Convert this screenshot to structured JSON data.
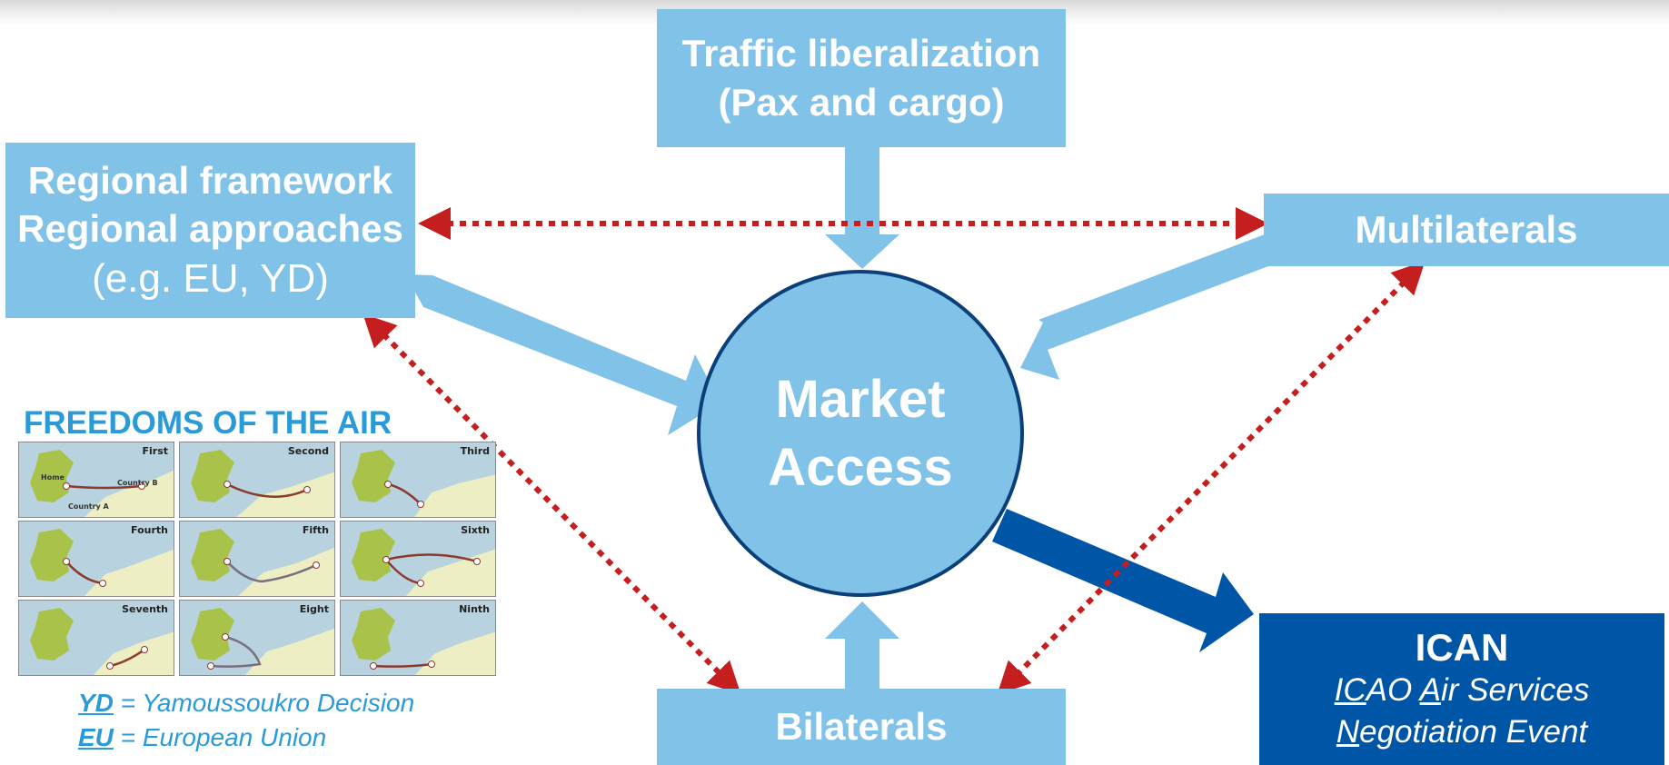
{
  "diagram": {
    "center": {
      "line1": "Market",
      "line2": "Access"
    },
    "traffic": {
      "line1": "Traffic liberalization",
      "line2": "(Pax and cargo)"
    },
    "regional": {
      "line1": "Regional framework",
      "line2": "Regional approaches",
      "line3": "(e.g. EU, YD)"
    },
    "multilaterals": {
      "label": "Multilaterals"
    },
    "bilaterals": {
      "label": "Bilaterals"
    },
    "ican": {
      "title": "ICAN",
      "line1_u": "IC",
      "line1_a": "AO ",
      "line1_b": "A",
      "line1_c": "ir Services",
      "line2_u": "N",
      "line2_rest": "egotiation Event"
    }
  },
  "freedoms": {
    "title": "FREEDOMS OF THE AIR",
    "panels": [
      "First",
      "Second",
      "Third",
      "Fourth",
      "Fifth",
      "Sixth",
      "Seventh",
      "Eight",
      "Ninth"
    ],
    "map_labels": {
      "home": "Home",
      "country_b": "Country B",
      "country_a": "Country A"
    }
  },
  "legend": {
    "yd_key": "YD",
    "yd_text": " = Yamoussoukro Decision",
    "eu_key": "EU",
    "eu_text": " = European Union"
  },
  "colors": {
    "light_blue": "#80c2e8",
    "dark_blue": "#0056a6",
    "circle_border": "#0b3f7a",
    "dotted_red": "#c41e1e",
    "title_blue": "#2a9ad8"
  }
}
